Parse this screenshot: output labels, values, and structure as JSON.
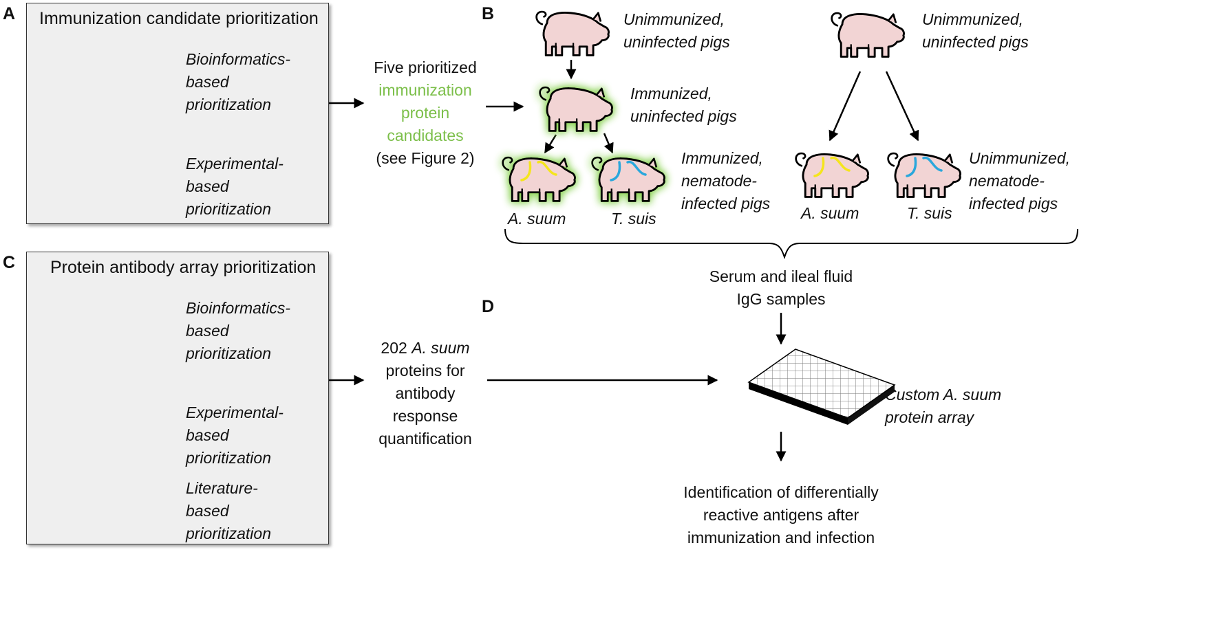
{
  "panels": {
    "a": {
      "letter": "A",
      "title": "Immunization candidate prioritization",
      "items": [
        {
          "l1": "Bioinformatics-",
          "l2": "based",
          "l3": "prioritization"
        },
        {
          "l1": "Experimental-",
          "l2": "based",
          "l3": "prioritization"
        }
      ]
    },
    "b": {
      "letter": "B",
      "unimmunized_top_left": {
        "l1": "Unimmunized,",
        "l2": "uninfected pigs"
      },
      "unimmunized_top_right": {
        "l1": "Unimmunized,",
        "l2": "uninfected pigs"
      },
      "immunized_uninfected": {
        "l1": "Immunized,",
        "l2": "uninfected pigs"
      },
      "immunized_infected": {
        "l1": "Immunized,",
        "l2": "nematode-",
        "l3": "infected pigs"
      },
      "unimmunized_infected": {
        "l1": "Unimmunized,",
        "l2": "nematode-",
        "l3": "infected pigs"
      },
      "a_suum": "A. suum",
      "t_suis": "T. suis"
    },
    "c": {
      "letter": "C",
      "title": "Protein antibody array prioritization",
      "items": [
        {
          "l1": "Bioinformatics-",
          "l2": "based",
          "l3": "prioritization"
        },
        {
          "l1": "Experimental-",
          "l2": "based",
          "l3": "prioritization"
        },
        {
          "l1": "Literature-",
          "l2": "based",
          "l3": "prioritization"
        }
      ]
    },
    "d": {
      "letter": "D",
      "samples": {
        "l1": "Serum and ileal fluid",
        "l2": "IgG samples"
      },
      "array": {
        "l1": "Custom A. suum",
        "l2": "protein array"
      },
      "result": {
        "l1": "Identification of differentially",
        "l2": "reactive antigens after",
        "l3": "immunization and infection"
      }
    }
  },
  "candidates": {
    "l1": "Five prioritized",
    "l2": "immunization",
    "l3": "protein",
    "l4": "candidates",
    "l5": "(see Figure 2)"
  },
  "proteins": {
    "l1_num": "202 ",
    "l1_species": "A. suum",
    "l2": "proteins for",
    "l3": "antibody",
    "l4": "response",
    "l5": "quantification"
  },
  "colors": {
    "pig": "#f2d4d4",
    "outline": "#000000",
    "glow": "#8fd45a",
    "green_text": "#7cbf4a",
    "worm_yellow": "#f5e51c",
    "worm_blue": "#2aa7dc",
    "box_fill": "#efefef",
    "heatmap": "#c8180a"
  },
  "icons": [
    "computer-icon",
    "heatmap-icon",
    "books-icon",
    "pig-icon",
    "worm-icon",
    "protein-array-icon",
    "arrow-icon",
    "brace-icon"
  ]
}
